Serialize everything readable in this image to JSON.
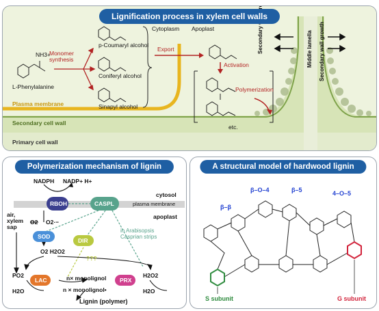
{
  "top_panel": {
    "title": "Lignification process in xylem cell walls",
    "phenylalanine": "L-Phenylalanine",
    "nh3": "NH3+",
    "monomer_synthesis": "Monomer\nsynthesis",
    "monolignols": [
      "p-Coumaryl alcohol",
      "Coniferyl alcohol",
      "Sinapyl alcohol"
    ],
    "cytoplasm": "Cytoplasm",
    "apoplast": "Apoplast",
    "export": "Export",
    "activation": "Activation",
    "polymerization": "Polymerization",
    "etc": "etc.",
    "plasma_membrane": "Plasma membrane",
    "secondary_cell_wall": "Secondary cell wall",
    "primary_cell_wall": "Primary cell wall",
    "secondary_wall_growth": "Secondary wall growth",
    "middle_lamella": "Middle lamella"
  },
  "bottom_left": {
    "title": "Polymerization mechanism of lignin",
    "nadph": "NADPH",
    "nadp": "NADP+ H+",
    "cytosol": "cytosol",
    "rboh": "RBOH",
    "caspl": "CASPL",
    "plasma_membrane": "plasma membrane",
    "apoplast": "apoplast",
    "air": "air,\nxylem\nsap",
    "o2": "O2",
    "o2_radical": "O2·−",
    "sod": "SOD",
    "dir": "DIR",
    "question": "???",
    "arabidopsis": "in Arabisopsis\nCasprian strips",
    "h2o2_center": "O2  H2O2",
    "po2": "PO2",
    "h2o2_right": "H2O2",
    "monolignol": "n× monolignol",
    "monolignol_radical": "n × monolignol•",
    "lac": "LAC",
    "prx": "PRX",
    "h2o_left": "H2O",
    "h2o_right": "H2O",
    "product": "Lignin (polymer)",
    "colors": {
      "rboh": "#3b3f8f",
      "caspl": "#58a38c",
      "sod": "#4a90d9",
      "dir": "#b9c940",
      "lac": "#e3762a",
      "prx": "#d0408e"
    }
  },
  "bottom_right": {
    "title": "A structural model of hardwood lignin",
    "linkages": [
      "β–O–4",
      "β–5",
      "4–O–5",
      "β–β"
    ],
    "s_subunit": "S subunit",
    "g_subunit": "G subunit",
    "colors": {
      "linkage": "#1f3fd1",
      "s": "#2e8b3e",
      "g": "#d2223a"
    }
  }
}
